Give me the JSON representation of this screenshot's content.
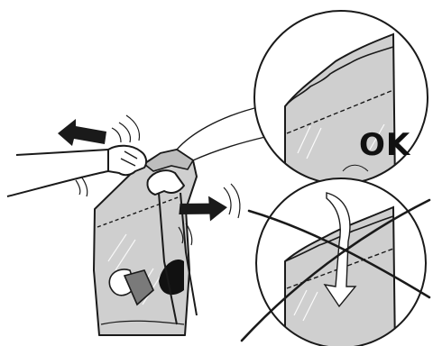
{
  "figure": {
    "correct_label": "OK",
    "colors": {
      "bag_fill": "#cfcfcf",
      "bag_fill_dark": "#bdbdbd",
      "ink": "#1a1a1a",
      "background": "#ffffff"
    },
    "icons": [
      "tear-direction-arrow-left",
      "tear-direction-arrow-right",
      "prohibited-cross",
      "wrong-fold-arrow"
    ]
  }
}
